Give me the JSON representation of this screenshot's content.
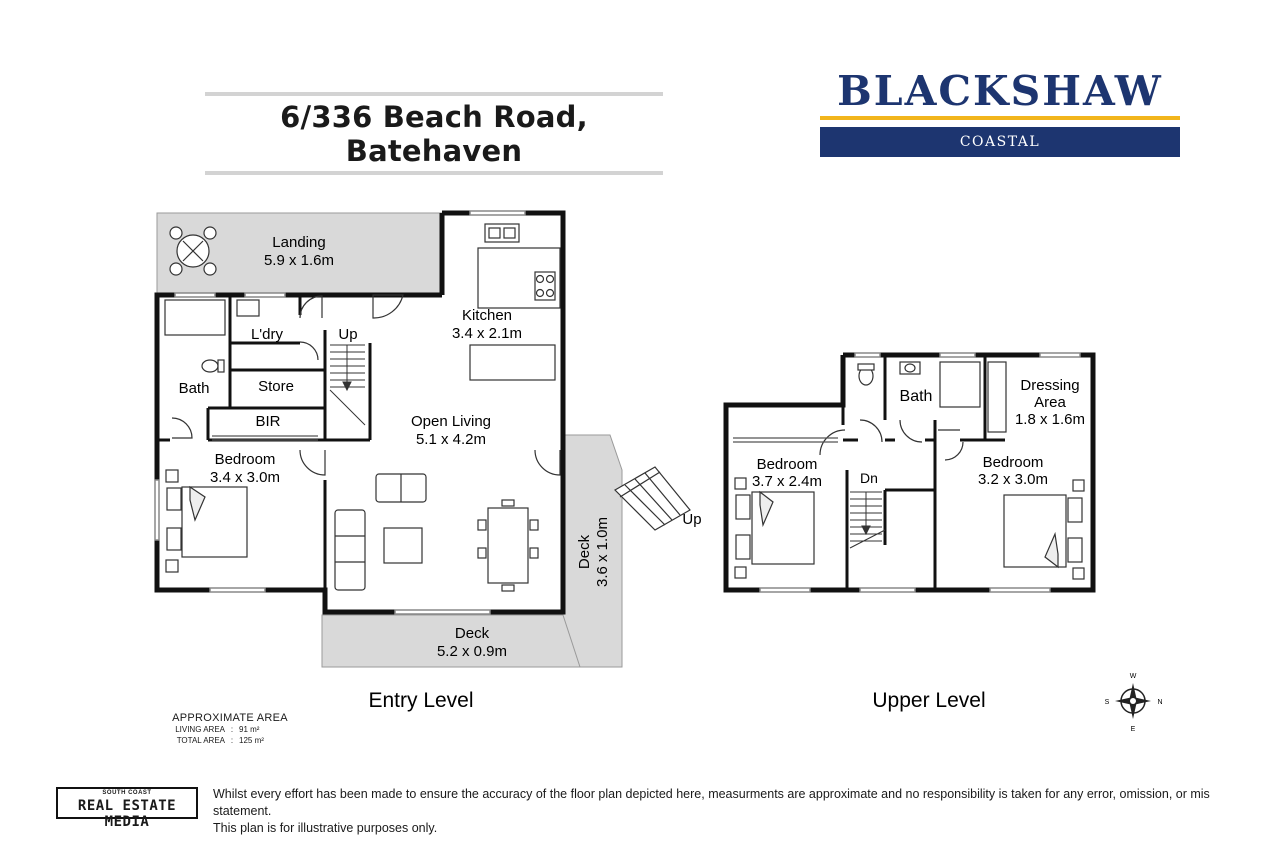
{
  "address": "6/336 Beach Road, Batehaven",
  "brand": {
    "name": "BLACKSHAW",
    "sub": "COASTAL",
    "navy": "#1d3570",
    "gold": "#f2b51c"
  },
  "levels": {
    "entry": "Entry Level",
    "upper": "Upper Level"
  },
  "rooms": {
    "landing": {
      "name": "Landing",
      "size": "5.9 x 1.6m"
    },
    "kitchen": {
      "name": "Kitchen",
      "size": "3.4 x 2.1m"
    },
    "laundry": {
      "name": "L'dry"
    },
    "store": {
      "name": "Store"
    },
    "bath_entry": {
      "name": "Bath"
    },
    "bir": {
      "name": "BIR"
    },
    "bedroom_entry": {
      "name": "Bedroom",
      "size": "3.4 x 3.0m"
    },
    "open_living": {
      "name": "Open Living",
      "size": "5.1 x 4.2m"
    },
    "deck_front": {
      "name": "Deck",
      "size": "5.2 x 0.9m"
    },
    "deck_side": {
      "name": "Deck",
      "size": "3.6 x 1.0m"
    },
    "bedroom_upper_left": {
      "name": "Bedroom",
      "size": "3.7 x 2.4m"
    },
    "bath_upper": {
      "name": "Bath"
    },
    "dressing": {
      "name": "Dressing",
      "name2": "Area",
      "size": "1.8 x 1.6m"
    },
    "bedroom_upper_right": {
      "name": "Bedroom",
      "size": "3.2 x 3.0m"
    }
  },
  "stairs": {
    "up": "Up",
    "dn": "Dn"
  },
  "compass": {
    "n": "N",
    "s": "S",
    "e": "E",
    "w": "W"
  },
  "area": {
    "title": "APPROXIMATE AREA",
    "living_label": "LIVING  AREA",
    "living_value": "91 m²",
    "total_label": "TOTAL AREA",
    "total_value": "125 m²",
    "sep": ":"
  },
  "footer": {
    "logo_small": "SOUTH COAST",
    "logo_big": "REAL ESTATE MEDIA",
    "disclaimer_1": "Whilst every effort has been made to ensure the accuracy of the floor plan depicted here, measurments are approximate and no responsibility is taken for any error, omission, or mis statement.",
    "disclaimer_2": "This plan is for illustrative purposes only."
  }
}
